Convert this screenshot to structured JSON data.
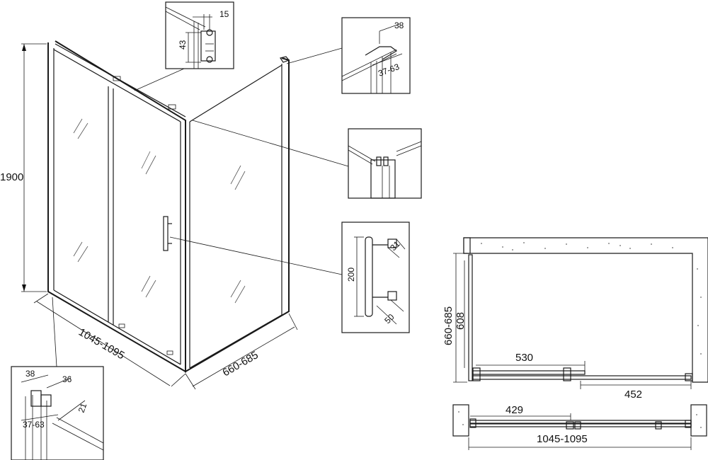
{
  "dimensions": {
    "height_main": "1900",
    "width_front": "1045-1095",
    "depth_side": "660-685",
    "detail_top_15": "15",
    "detail_top_43": "43",
    "detail_right_38": "38",
    "detail_right_range": "37-63",
    "handle_200": "200",
    "handle_31": "31",
    "handle_50": "50",
    "detail_bottom_38": "38",
    "detail_bottom_36": "36",
    "detail_bottom_21": "21",
    "detail_bottom_range": "37-63",
    "plan_depth": "660-685",
    "plan_608": "608",
    "plan_530": "530",
    "plan_452": "452",
    "plan_429": "429",
    "plan_width": "1045-1095"
  }
}
